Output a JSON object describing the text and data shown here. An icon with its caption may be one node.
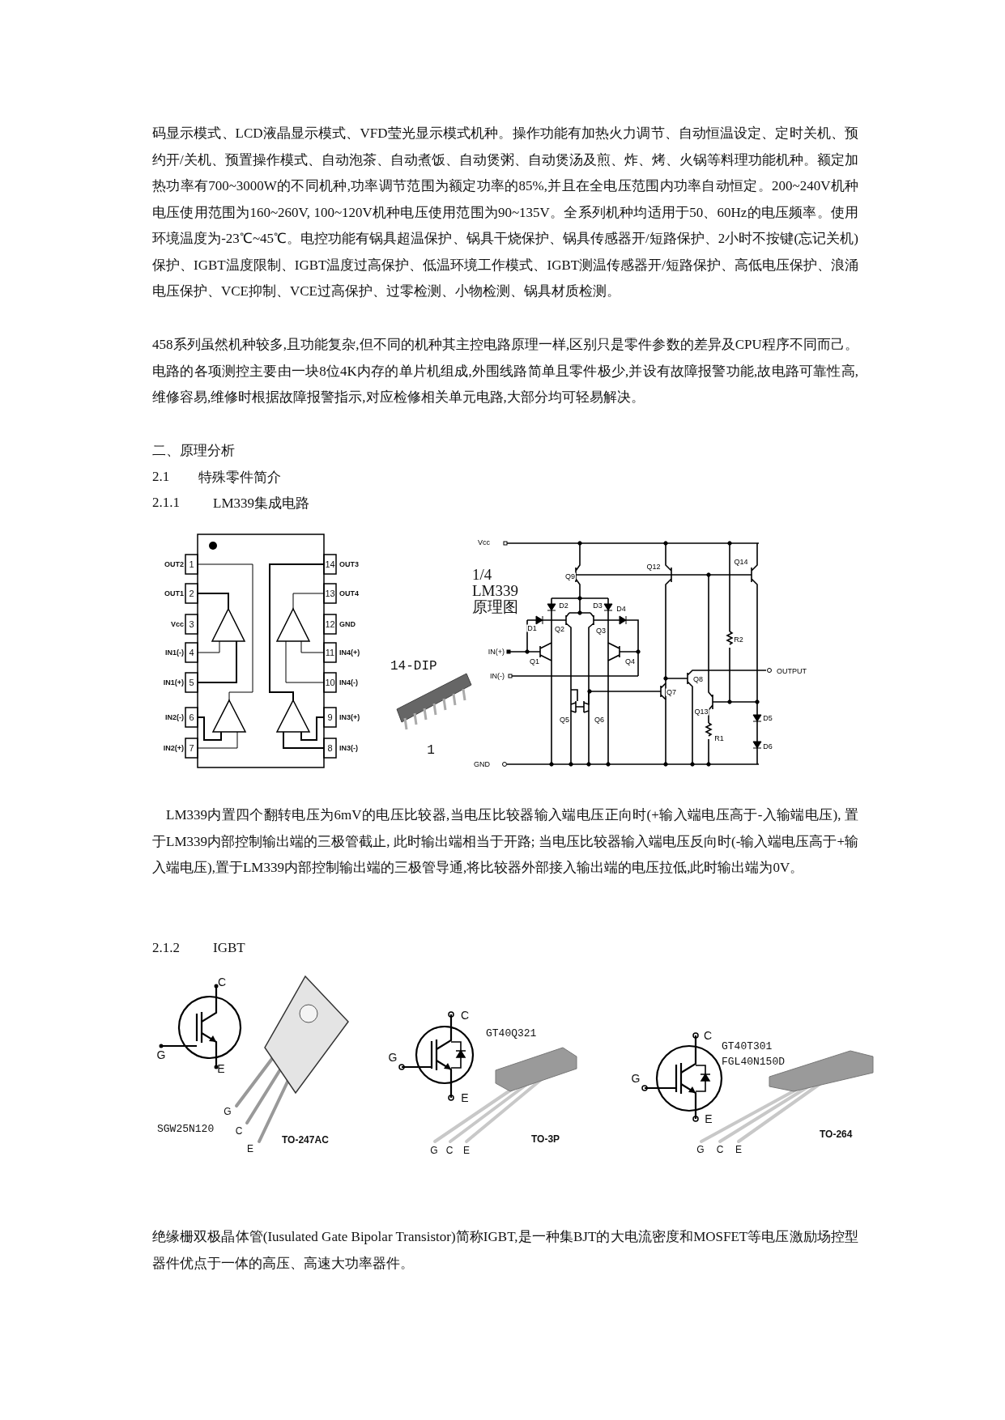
{
  "diagram": {
    "labels": [
      "码显示模式、LCD液晶显示模式、VFD莹光显示模式机种。操作功能有加热火力调节、自动恒温设定、定时关机、预约开/关机、预置操作模式、自动泡茶、自动煮饭、自动煲粥、自动煲汤及煎、炸、烤、火锅等料理功能机种。额定加热功率有700~3000W的不同机种,功率调节范围为额定功率的85%,并且在全电压范围内功率自动恒定。200~240V机种电压使用范围为160~260V, 100~120V机种电压使用范围为90~135V。全系列机种均适用于50、60Hz的电压频率。使用环境温度为-23℃~45℃。电控功能有锅具超温保护、锅具干烧保护、锅具传感器开/短路保护、2小时不按键(忘记关机) 保护、IGBT温度限制、IGBT温度过高保护、低温环境工作模式、IGBT测温传感器开/短路保护、高低电压保护、浪涌电压保护、VCE抑制、VCE过高保护、过零检测、小物检测、锅具材质检测。",
      "458系列虽然机种较多,且功能复杂,但不同的机种其主控电路原理一样,区别只是零件参数的差异及CPU程序不同而己。电路的各项测控主要由一块8位4K内存的单片机组成,外围线路简单且零件极少,并设有故障报警功能,故电路可靠性高,维修容易,维修时根据故障报警指示,对应检修相关单元电路,大部分均可轻易解决。",
      "二、原理分析",
      "2.1",
      "特殊零件简介",
      "2.1.1",
      "LM339集成电路",
      "OUT2",
      "1",
      "OUT1",
      "2",
      "Vcc",
      "3",
      "IN1(-)",
      "4",
      "IN1(+)",
      "5",
      "IN2(-)",
      "6",
      "IN2(+)",
      "7",
      "14",
      "OUT3",
      "13",
      "OUT4",
      "12",
      "GND",
      "11",
      "IN4(+)",
      "10",
      "IN4(-)",
      "9",
      "IN3(+)",
      "8",
      "IN3(-)",
      "14-DIP",
      "1",
      "1/4 LM339 原理图",
      "Vcc",
      "Q9",
      "Q12",
      "Q14",
      "D2",
      "D3",
      "D4",
      "D1",
      "Q2",
      "Q3",
      "IN(+)",
      "Q1",
      "Q4",
      "R2",
      "IN(-)",
      "OUTPUT",
      "Q8",
      "Q7",
      "Q13",
      "Q5",
      "Q6",
      "D5",
      "R1",
      "D6",
      "GND",
      "LM339内置四个翻转电压为6mV的电压比较器,当电压比较器输入端电压正向时(+输入端电压高于-入输端电压), 置于LM339内部控制输出端的三极管截止, 此时输出端相当于开路; 当电压比较器输入端电压反向时(-输入端电压高于+输入端电压),置于LM339内部控制输出端的三极管导通,将比较器外部接入输出端的电压拉低,此时输出端为0V。",
      "2.1.2",
      "IGBT",
      "C",
      "G",
      "E",
      "G",
      "C",
      "E",
      "SGW25N120",
      "TO-247AC",
      "C",
      "GT40Q321",
      "G",
      "E",
      "TO-3P",
      "G",
      "C",
      "E",
      "C",
      "GT40T301",
      "FGL40N150D",
      "G",
      "E",
      "TO-264",
      "G",
      "C",
      "E",
      "绝缘栅双极晶体管(Iusulated Gate Bipolar Transistor)简称IGBT,是一种集BJT的大电流密度和MOSFET等电压激励场控型器件优点于一体的高压、高速大功率器件。"
    ]
  }
}
